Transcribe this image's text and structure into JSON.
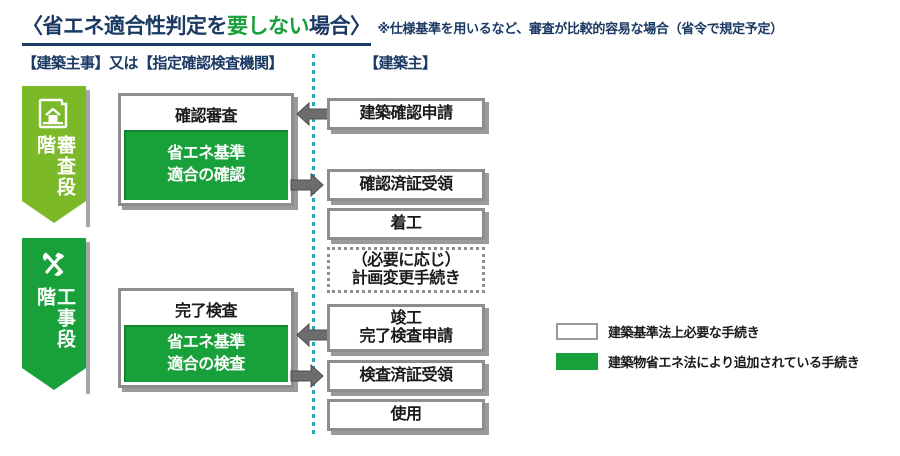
{
  "title": {
    "prefix": "〈省エネ適合性判定を",
    "highlight": "要しない",
    "suffix": "場合〉",
    "subtitle": "※仕様基準を用いるなど、審査が比較的容易な場合（省令で規定予定）"
  },
  "columns": {
    "left_header": "【建築主事】又は【指定確認検査機関】",
    "right_header": "【建築主】"
  },
  "stages": [
    {
      "id": "review",
      "icon": "blueprint-house-icon",
      "label": "審査段階",
      "color": "#7cb929"
    },
    {
      "id": "construct",
      "icon": "tools-wrench-hammer-icon",
      "label": "工事段階",
      "color": "#18a03a"
    }
  ],
  "authority_boxes": [
    {
      "header": "確認審査",
      "body": "省エネ基準\n適合の確認"
    },
    {
      "header": "完了検査",
      "body": "省エネ基準\n適合の検査"
    }
  ],
  "owner_boxes": [
    {
      "label": "建築確認申請",
      "style": "solid"
    },
    {
      "label": "確認済証受領",
      "style": "solid"
    },
    {
      "label": "着工",
      "style": "solid"
    },
    {
      "label": "（必要に応じ）\n計画変更手続き",
      "style": "dashed"
    },
    {
      "label": "竣工\n完了検査申請",
      "style": "solid"
    },
    {
      "label": "検査済証受領",
      "style": "solid"
    },
    {
      "label": "使用",
      "style": "solid"
    }
  ],
  "legend": [
    {
      "swatch": "white",
      "label": "建築基準法上必要な手続き"
    },
    {
      "swatch": "green",
      "label": "建築物省エネ法により追加されている手続き"
    }
  ],
  "colors": {
    "navy": "#1b3a63",
    "green": "#18a03a",
    "light_green": "#7cb929",
    "box_border": "#8d8d8d",
    "divider": "#27a8b8"
  }
}
